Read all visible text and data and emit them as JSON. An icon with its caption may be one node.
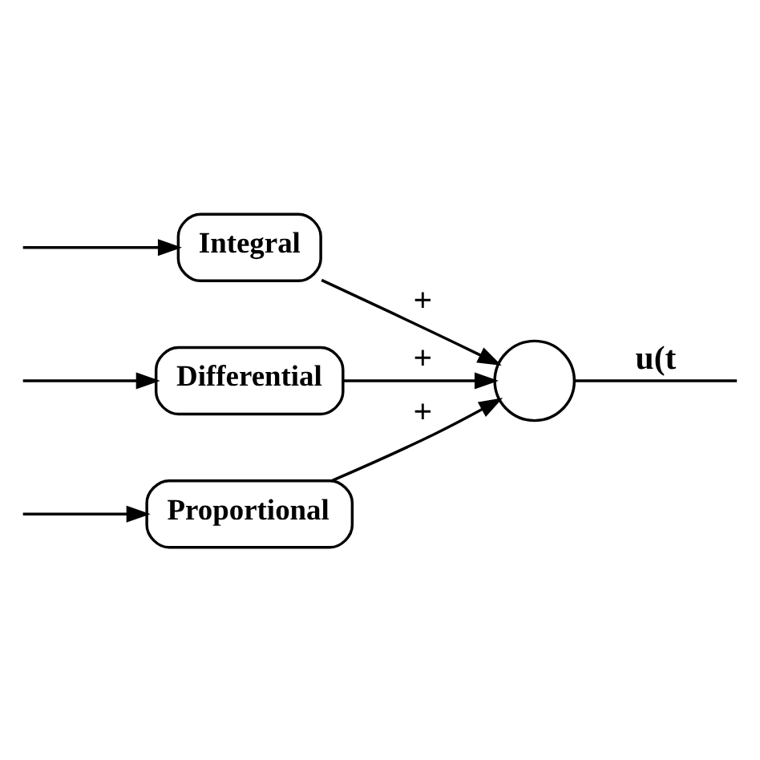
{
  "diagram": {
    "nodes": [
      {
        "text": [
          "Proportional"
        ]
      },
      {
        "text": [
          "Integral"
        ]
      },
      {
        "text": [
          "Differential"
        ]
      },
      {
        "text": [],
        "shape": "circle"
      }
    ],
    "edges": [
      {
        "from": null,
        "to": 0,
        "arrow": "to"
      },
      {
        "from": null,
        "to": 1,
        "arrow": "to"
      },
      {
        "from": null,
        "to": 2,
        "arrow": "to"
      },
      {
        "from": 0,
        "to": 3,
        "arrow": "to",
        "label": "+"
      },
      {
        "from": 1,
        "to": 3,
        "arrow": "to",
        "label": "+"
      },
      {
        "from": 2,
        "to": 3,
        "arrow": "to",
        "label": "+"
      },
      {
        "from": 3,
        "to": null,
        "arrow": "none",
        "label": "u(t"
      }
    ]
  }
}
